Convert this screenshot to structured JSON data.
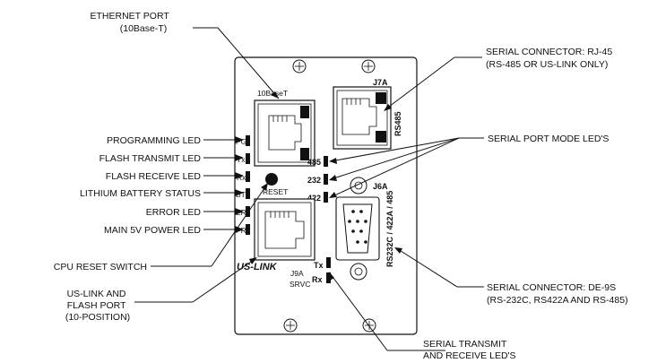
{
  "callouts": {
    "ethernet_port": [
      "ETHERNET PORT",
      "(10Base-T)"
    ],
    "programming_led": "PROGRAMMING LED",
    "flash_transmit_led": "FLASH TRANSMIT LED",
    "flash_receive_led": "FLASH RECEIVE LED",
    "lithium_battery_status": "LITHIUM BATTERY STATUS",
    "error_led": "ERROR LED",
    "main_power_led": "MAIN 5V POWER LED",
    "cpu_reset_switch": "CPU RESET SWITCH",
    "us_link_flash_port": [
      "US-LINK AND",
      "FLASH PORT",
      "(10-POSITION)"
    ],
    "serial_connector_rj45": [
      "SERIAL CONNECTOR: RJ-45",
      "(RS-485 OR US-LINK ONLY)"
    ],
    "serial_port_mode_leds": "SERIAL PORT MODE LED'S",
    "serial_connector_de9s": [
      "SERIAL CONNECTOR: DE-9S",
      "(RS-232C, RS422A AND RS-485)"
    ],
    "serial_tx_rx_leds": [
      "SERIAL TRANSMIT",
      "AND RECEIVE LED'S"
    ]
  },
  "panel": {
    "ethernet_label": "10BaseT",
    "led_pg": "PG",
    "led_tx": "Tx",
    "led_rx": "Rx",
    "led_bt": "BT",
    "led_er": "ER",
    "led_pr": "PR",
    "reset_label": "RESET",
    "j7a_label": "J7A",
    "rs485_label": "RS485",
    "mode_485": "485",
    "mode_232": "232",
    "mode_422": "422",
    "j6a_label": "J6A",
    "db9_side_label": "RS232C / 422A / 485",
    "brand": "US-LINK",
    "j9a_label": "J9A",
    "srvc_label": "SRVC",
    "serial_tx": "Tx",
    "serial_rx": "Rx"
  }
}
